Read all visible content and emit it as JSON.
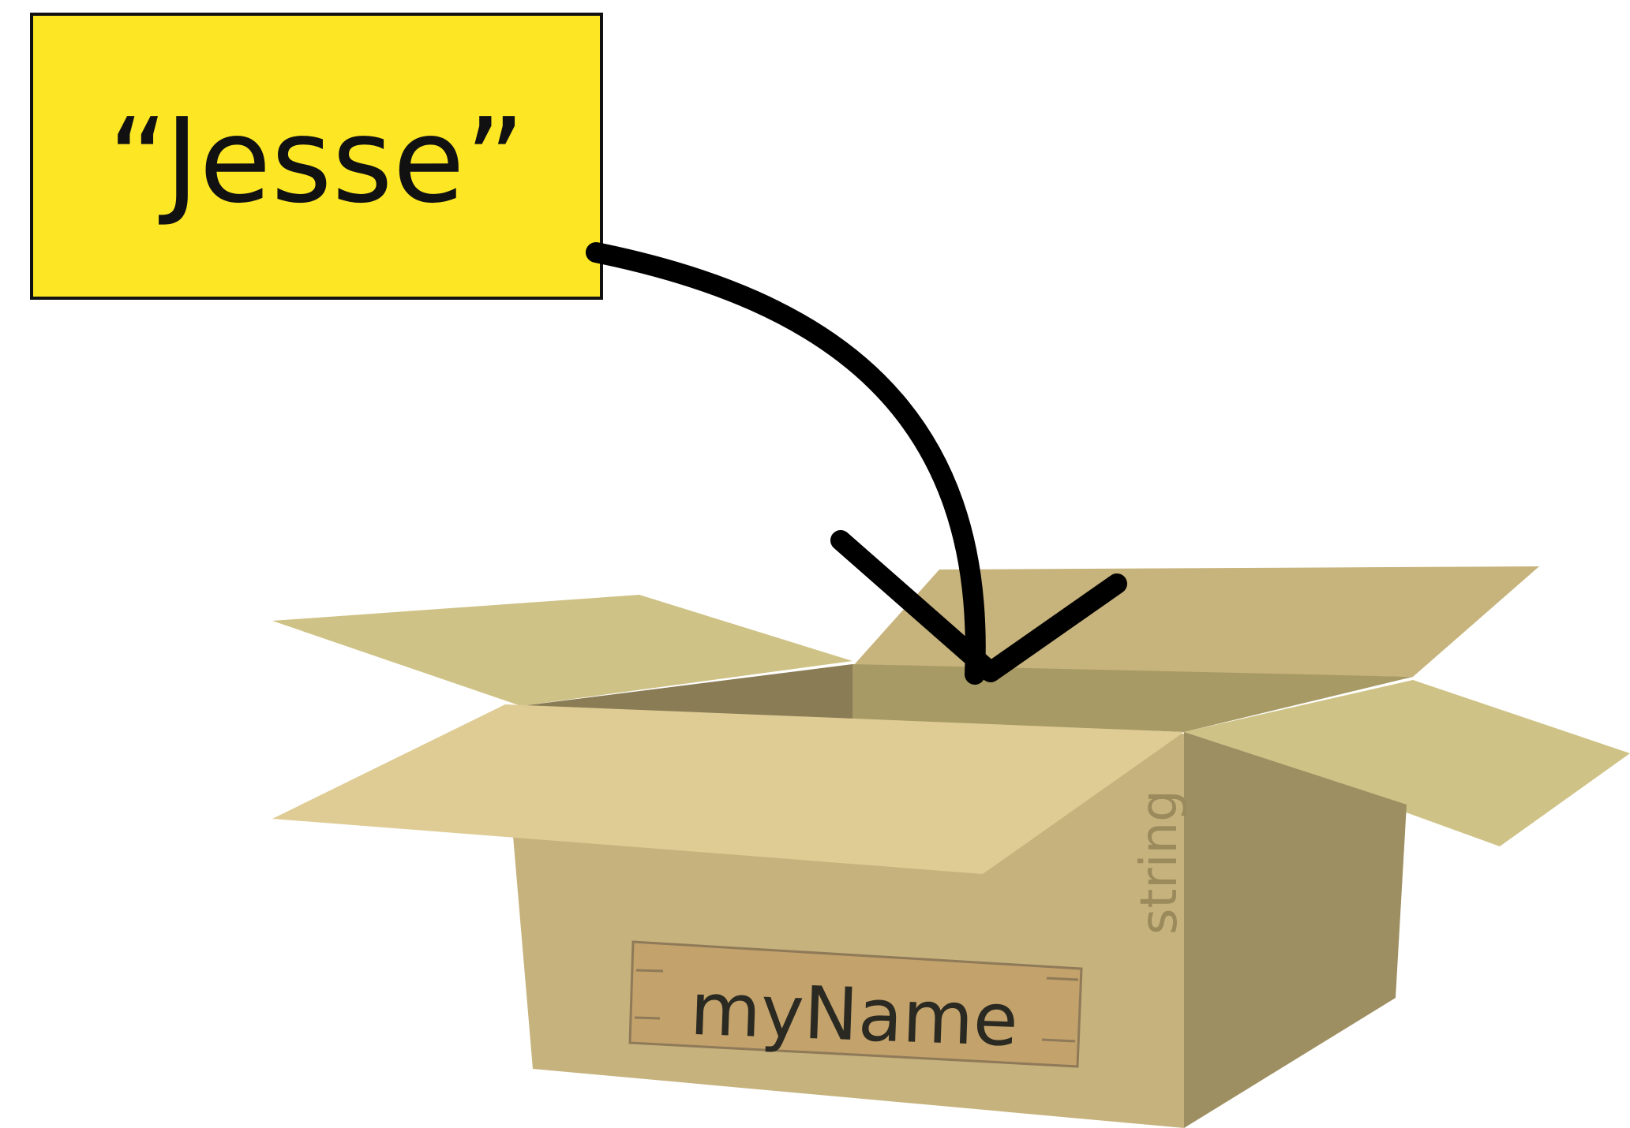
{
  "value_card": {
    "text": "“Jesse”",
    "fill_color": "#fde725"
  },
  "box": {
    "name_label": "myName",
    "type_label": "string"
  },
  "arrow": {
    "color": "#000000"
  }
}
